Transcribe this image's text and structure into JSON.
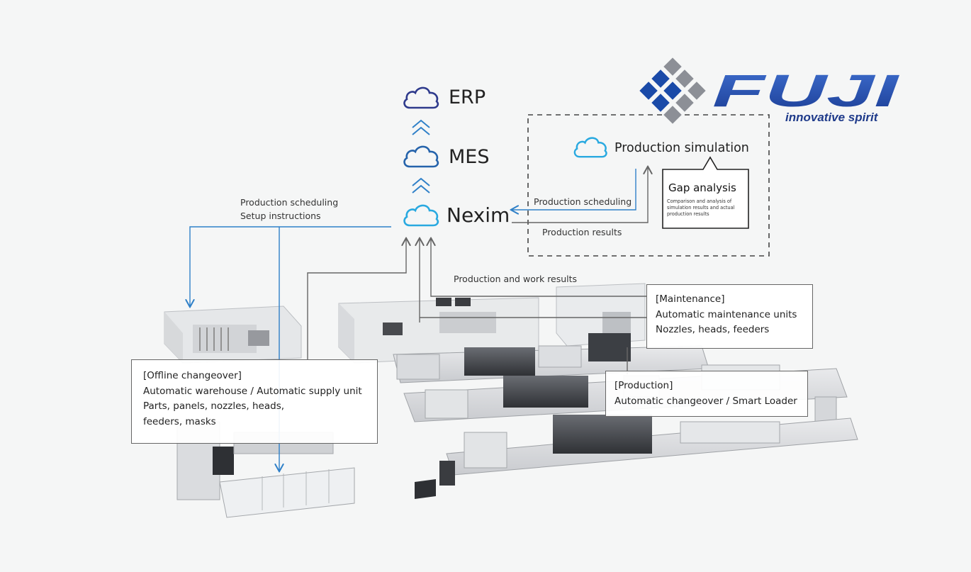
{
  "logo": {
    "brand": "FUJI",
    "tagline": "innovative spirit",
    "colors": {
      "blue": "#1a4aa8",
      "grey": "#8c8f96",
      "dark_blue": "#1e3a8a"
    }
  },
  "systems": {
    "erp": "ERP",
    "mes": "MES",
    "nexim": "Nexim",
    "simulation": "Production simulation",
    "colors": {
      "erp": "#2e3a8c",
      "mes": "#2563ab",
      "nexim": "#29a9e0",
      "arrow": "#2f80c8"
    }
  },
  "gap_analysis": {
    "title": "Gap analysis",
    "desc_line1": "Comparison and analysis of",
    "desc_line2": "simulation results and actual",
    "desc_line3": "production results"
  },
  "flows": {
    "sim_scheduling": "Production scheduling",
    "sim_results": "Production results",
    "left_line1": "Production scheduling",
    "left_line2": "Setup instructions",
    "work_results": "Production and work results"
  },
  "offline_box": {
    "heading": "[Offline changeover]",
    "line1": "Automatic warehouse / Automatic supply unit",
    "line2": "Parts, panels, nozzles, heads,",
    "line3": "feeders, masks"
  },
  "maintenance_box": {
    "heading": "[Maintenance]",
    "line1": "Automatic maintenance units",
    "line2": "Nozzles, heads, feeders"
  },
  "production_box": {
    "heading": "[Production]",
    "line1": "Automatic changeover / Smart Loader"
  }
}
